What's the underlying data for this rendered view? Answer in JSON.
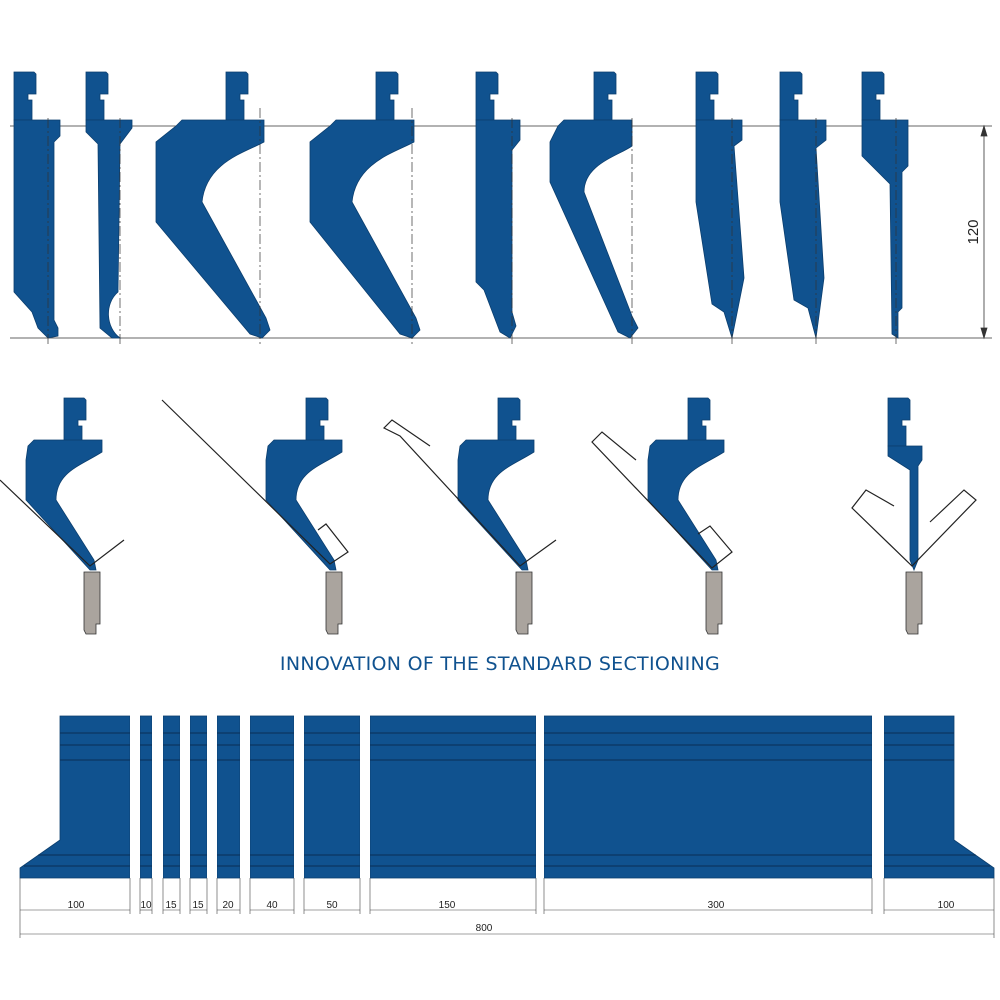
{
  "colors": {
    "tool_blue": "#10528f",
    "die_grey": "#aaa49e",
    "line": "#333333",
    "caption": "#10528f"
  },
  "top_row": {
    "height_label": "120"
  },
  "caption": "INNOVATION OF THE STANDARD SECTIONING",
  "sectioning": {
    "segments": [
      "100",
      "10",
      "15",
      "15",
      "20",
      "40",
      "50",
      "150",
      "300",
      "100"
    ],
    "total": "800"
  }
}
